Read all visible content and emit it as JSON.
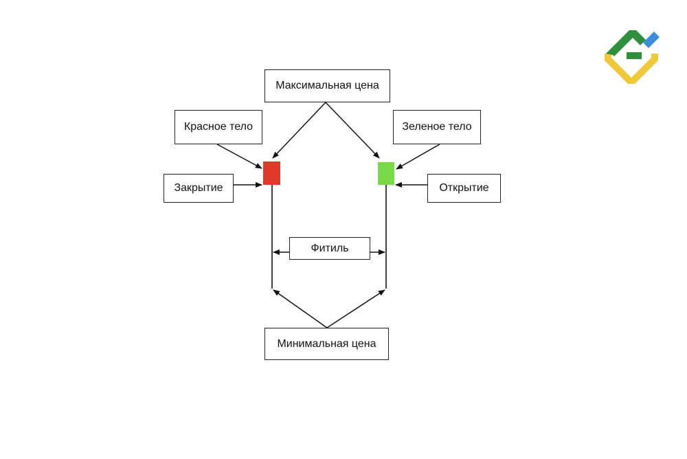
{
  "diagram": {
    "labels": {
      "max_price": "Максимальная цена",
      "red_body": "Красное тело",
      "green_body": "Зеленое тело",
      "close": "Закрытие",
      "open": "Открытие",
      "wick": "Фитиль",
      "min_price": "Минимальная цена"
    },
    "candles": {
      "red": {
        "color": "#e03a2c"
      },
      "green": {
        "color": "#7bd84b"
      }
    }
  },
  "logo": {
    "colors": {
      "green": "#2f8f3c",
      "blue": "#3b8fd8",
      "yellow": "#f0c93a"
    }
  }
}
